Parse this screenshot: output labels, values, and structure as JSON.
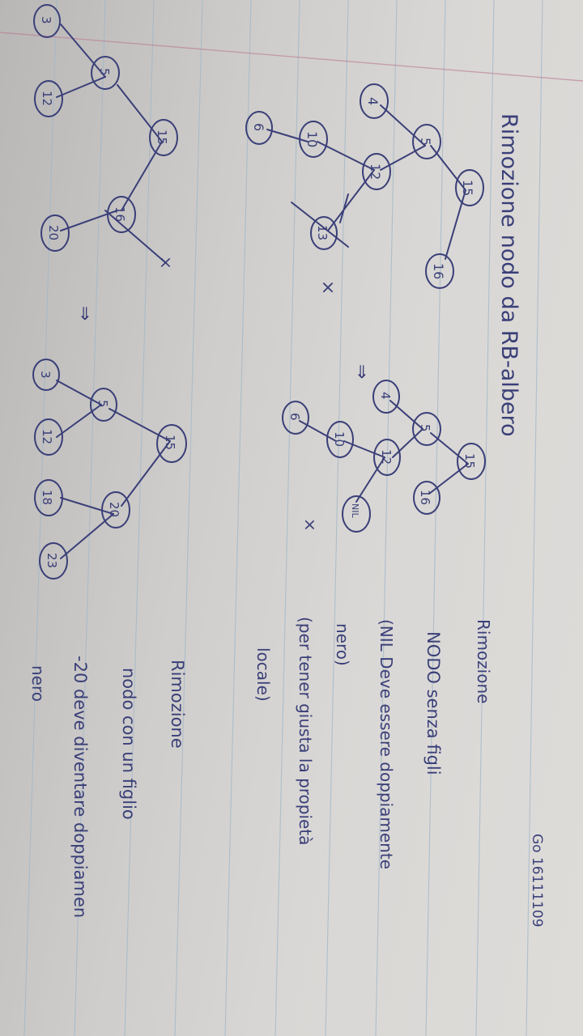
{
  "page": {
    "date": "Go 16111109",
    "title": "Rimozione nodo da RB-albero",
    "section1": {
      "heading": "Rimozione",
      "subtitle": "NODO senza figli",
      "note_1": "(NIL Deve essere doppiamente",
      "note_2": "nero)",
      "note_3": "(per tener giusta la propietà",
      "note_4": "locale)"
    },
    "section2": {
      "heading": "Rimozione",
      "subtitle": "nodo con un figlio",
      "note_1": "-20 deve diventare doppiamen",
      "note_2": "nero"
    },
    "marks": {
      "arrow": "⇒",
      "cross": "×"
    },
    "tree1": [
      "15",
      "5",
      "16",
      "4",
      "12",
      "10",
      "6",
      "13"
    ],
    "tree2": [
      "15",
      "5",
      "16",
      "4",
      "12",
      "10",
      "6",
      "NIL"
    ],
    "tree3": [
      "15",
      "5",
      "16",
      "12",
      "20",
      "3"
    ],
    "tree4": [
      "15",
      "5",
      "20",
      "3",
      "12",
      "18",
      "23"
    ]
  },
  "colors": {
    "ink": "#3a3f78",
    "paper": "#d9d7d5"
  }
}
